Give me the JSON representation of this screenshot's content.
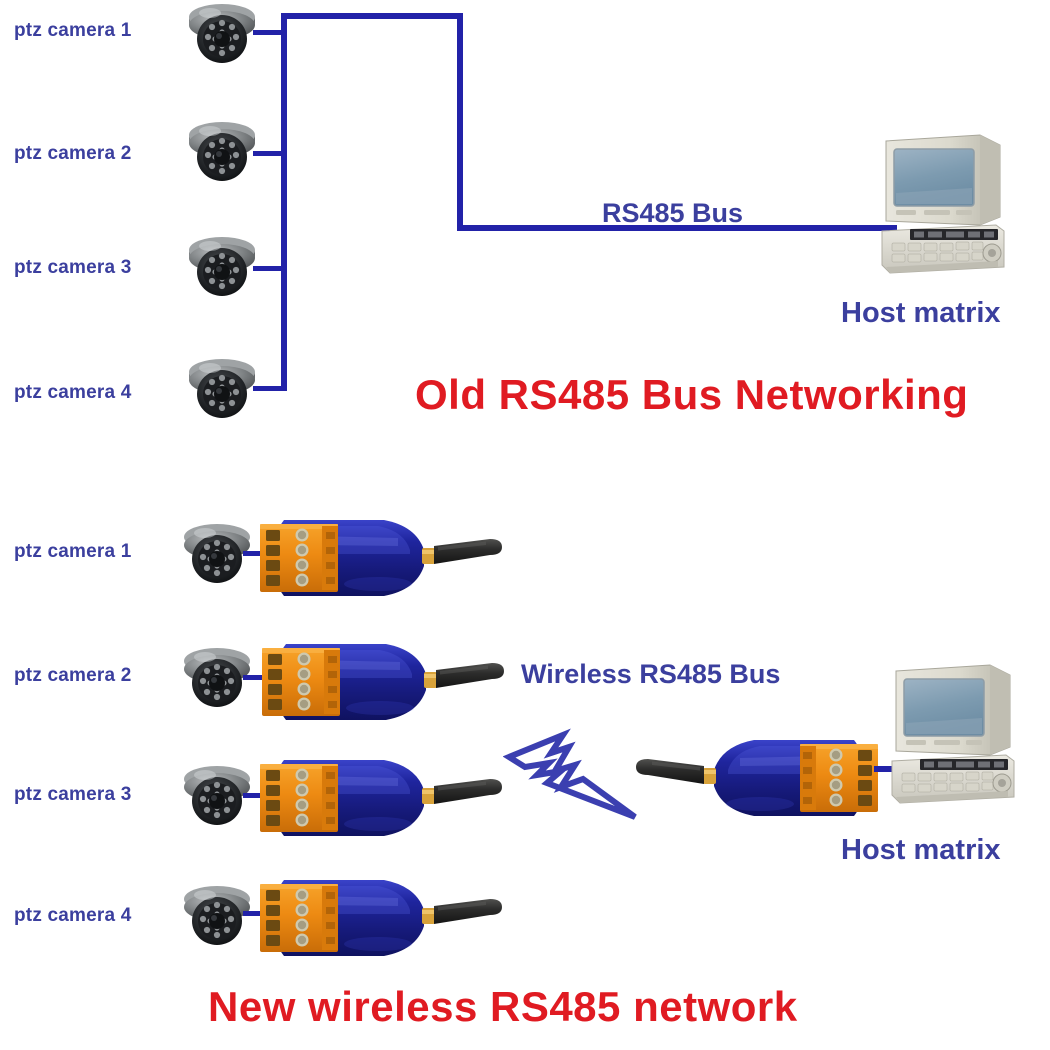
{
  "colors": {
    "wire_blue": "#2222a8",
    "label_blue": "#3b3f9e",
    "title_red": "#e01b22",
    "converter_body": "#1c1f8c",
    "terminal_orange": "#ec8a13",
    "antenna_black": "#2e2e2e",
    "background": "#ffffff"
  },
  "top_section": {
    "title": "Old RS485 Bus Networking",
    "bus_label": "RS485 Bus",
    "host_label": "Host matrix",
    "cameras": [
      {
        "label": "ptz camera 1",
        "icon": "dome-camera-icon"
      },
      {
        "label": "ptz camera 2",
        "icon": "dome-camera-icon"
      },
      {
        "label": "ptz camera 3",
        "icon": "dome-camera-icon"
      },
      {
        "label": "ptz camera 4",
        "icon": "dome-camera-icon"
      }
    ],
    "host_icon": "host-matrix-icon"
  },
  "bottom_section": {
    "title": "New wireless RS485 network",
    "bus_label": "Wireless RS485 Bus",
    "host_label": "Host matrix",
    "link_icon": "lightning-bolt-icon",
    "cameras": [
      {
        "label": "ptz camera 1",
        "icon": "dome-camera-icon",
        "converter_icon": "rs485-wireless-converter-icon"
      },
      {
        "label": "ptz camera 2",
        "icon": "dome-camera-icon",
        "converter_icon": "rs485-wireless-converter-icon"
      },
      {
        "label": "ptz camera 3",
        "icon": "dome-camera-icon",
        "converter_icon": "rs485-wireless-converter-icon"
      },
      {
        "label": "ptz camera 4",
        "icon": "dome-camera-icon",
        "converter_icon": "rs485-wireless-converter-icon"
      }
    ],
    "receiver_icon": "rs485-wireless-receiver-icon",
    "host_icon": "host-matrix-icon"
  }
}
